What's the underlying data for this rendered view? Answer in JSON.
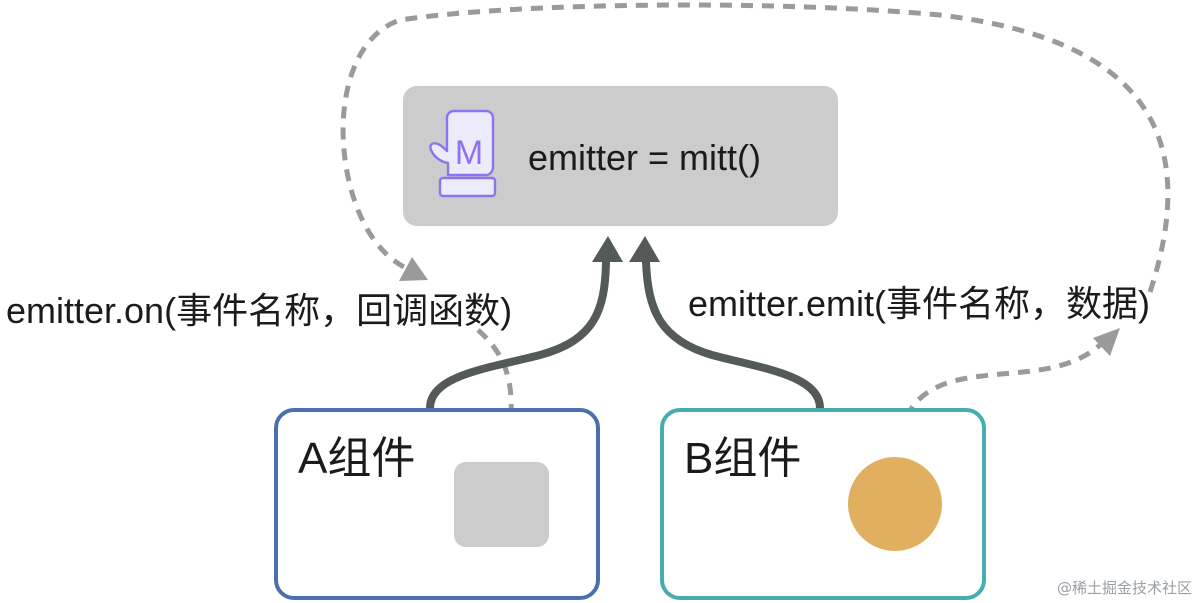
{
  "mitt_box": {
    "code": "emitter = mitt()",
    "logo_letter": "M"
  },
  "labels": {
    "on": "emitter.on(事件名称，回调函数)",
    "emit": "emitter.emit(事件名称，数据)"
  },
  "components": {
    "a": "A组件",
    "b": "B组件"
  },
  "watermark": "@稀土掘金技术社区",
  "colors": {
    "mitt_box": "#cccccc",
    "component_a_border": "#4a70ad",
    "component_b_border": "#44adb0",
    "solid_arrow": "#545a56",
    "dashed_arrow": "#9a9a9a",
    "placeholder_square": "#cccccc",
    "data_circle": "#e0b060",
    "logo": "#8f72ee"
  }
}
